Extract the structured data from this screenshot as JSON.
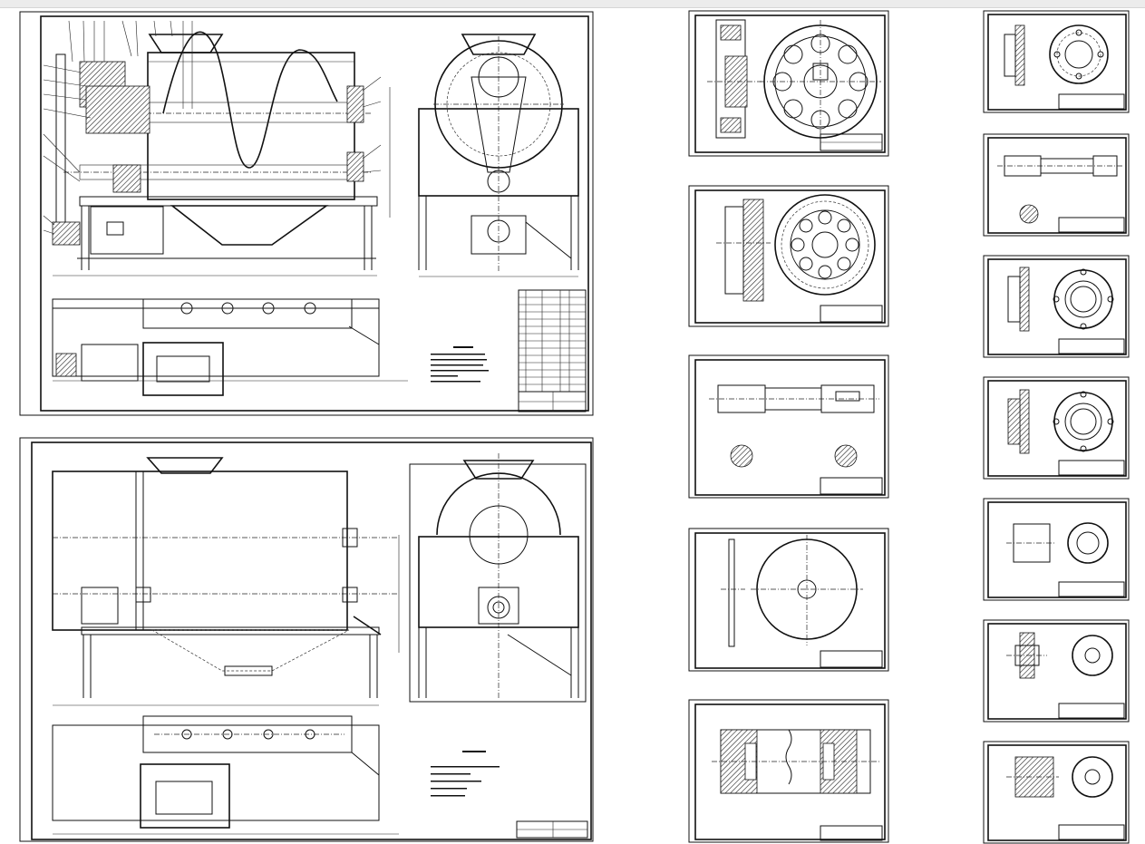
{
  "sheets": [
    {
      "id": "assembly-main"
    },
    {
      "id": "assembly-outline"
    },
    {
      "id": "pulley-large"
    },
    {
      "id": "sprocket-gear"
    },
    {
      "id": "shaft"
    },
    {
      "id": "disc-plate"
    },
    {
      "id": "drum-section"
    },
    {
      "id": "flange-bearing-cover-1"
    },
    {
      "id": "shaft-small"
    },
    {
      "id": "flange-bearing-cover-2"
    },
    {
      "id": "flange-bearing-cover-3"
    },
    {
      "id": "bushing"
    },
    {
      "id": "pulley-small"
    },
    {
      "id": "sprocket-small"
    }
  ]
}
